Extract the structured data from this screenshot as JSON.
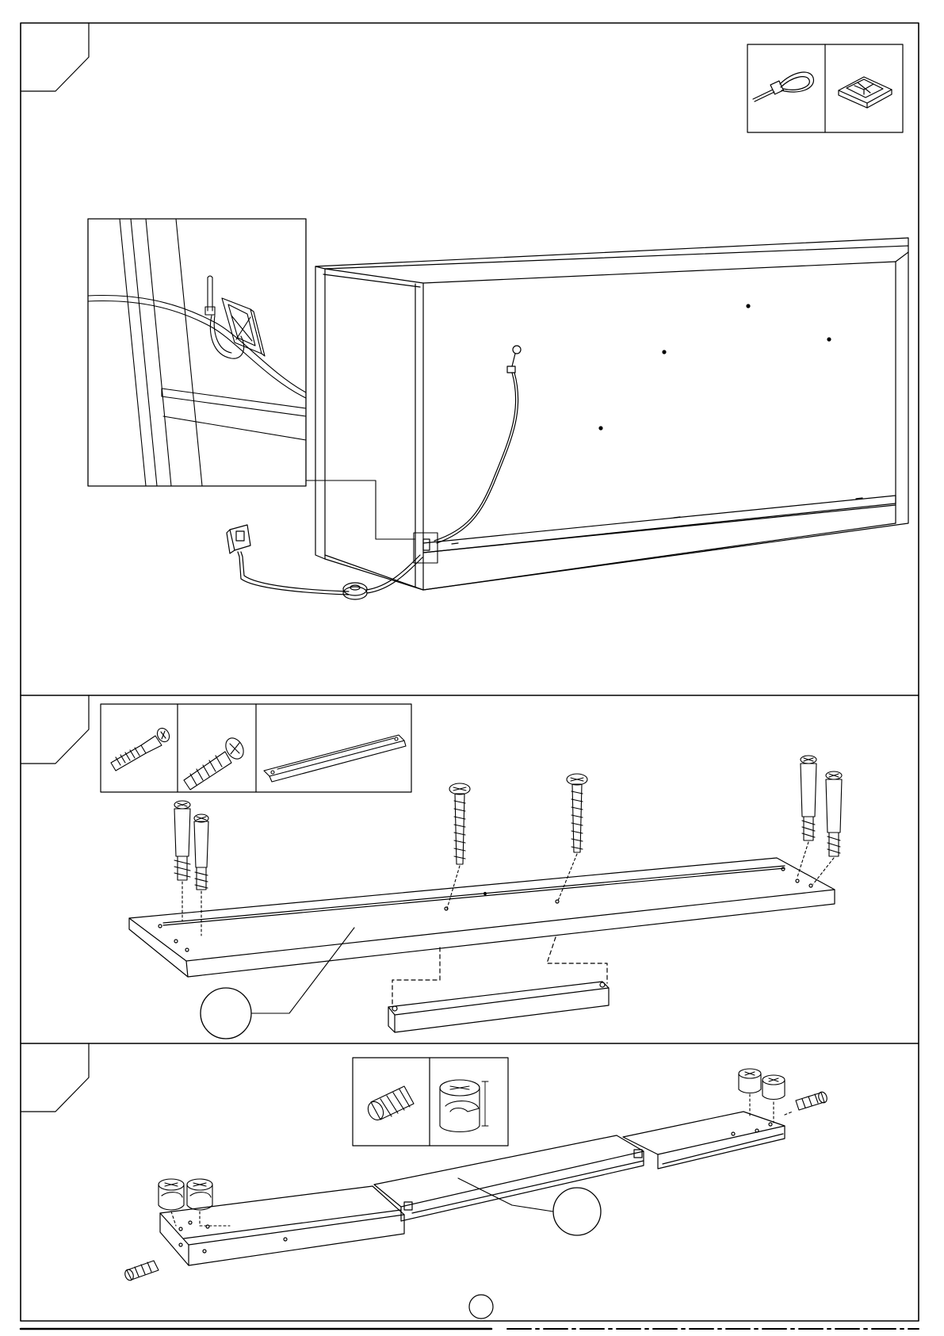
{
  "page": {
    "background": "#ffffff",
    "line_color": "#000000",
    "steps": [
      {
        "id": "step-top",
        "step_number": "",
        "part_callout": ""
      },
      {
        "id": "step-middle",
        "step_number": "",
        "part_callout": ""
      },
      {
        "id": "step-bottom",
        "step_number": "",
        "part_callout": ""
      }
    ],
    "page_number": ""
  },
  "hardware": {
    "step_top": [
      "cable-tie-icon",
      "adhesive-cable-mount-icon"
    ],
    "step_middle": [
      "cam-bolt-icon",
      "long-screw-icon",
      "support-rail-icon"
    ],
    "step_bottom": [
      "wooden-dowel-icon",
      "cam-lock-icon"
    ]
  }
}
